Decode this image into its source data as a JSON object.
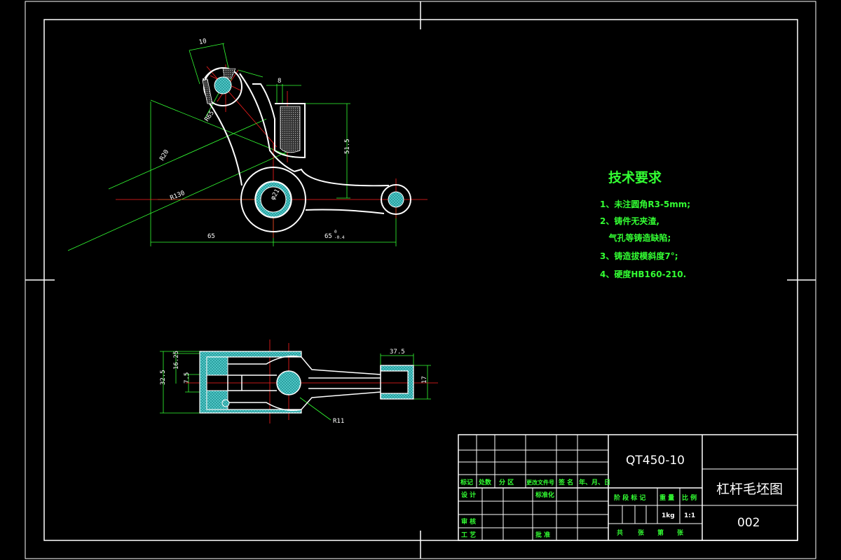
{
  "drawing": {
    "background": "#000000",
    "line_color": "#ffffff",
    "dim_color": "#33ff33",
    "center_color": "#ff2020",
    "hatch_color": "#33c0c0"
  },
  "tech_requirements": {
    "title": "技术要求",
    "items": [
      "1、未注圆角R3-5mm;",
      "2、铸件无夹渣,",
      "   气孔等铸造缺陷;",
      "3、铸造拔模斜度7°;",
      "4、硬度HB160-210."
    ]
  },
  "dimensions_top_view": {
    "d10": "10",
    "d8": "8",
    "r65": "R65",
    "r20": "R20",
    "r130": "R130",
    "d51_5": "51.5",
    "phi": "φ21",
    "d65_left": "65",
    "d65_right": "65",
    "d65_tol_upper": "0",
    "d65_tol_lower": "-0.4"
  },
  "dimensions_side_view": {
    "d32_5": "32.5",
    "d16_25": "16.25",
    "d7_5": "7.5",
    "d37_5": "37.5",
    "d17": "17",
    "r11": "R11"
  },
  "title_block": {
    "material": "QT450-10",
    "drawing_name": "杠杆毛坯图",
    "drawing_number": "002",
    "rev_headers": [
      "标记",
      "处数",
      "分 区",
      "更改文件号",
      "签 名",
      "年、月、日"
    ],
    "row_design": "设 计",
    "row_standardize": "标准化",
    "row_review": "审 核",
    "row_process": "工 艺",
    "row_approve": "批 准",
    "stage_mark": "阶 段 标 记",
    "weight_label": "重 量",
    "scale_label": "比 例",
    "weight": "1kg",
    "scale": "1:1",
    "sheet_total": "共",
    "sheet_unit1": "张",
    "sheet_no": "第",
    "sheet_unit2": "张"
  }
}
